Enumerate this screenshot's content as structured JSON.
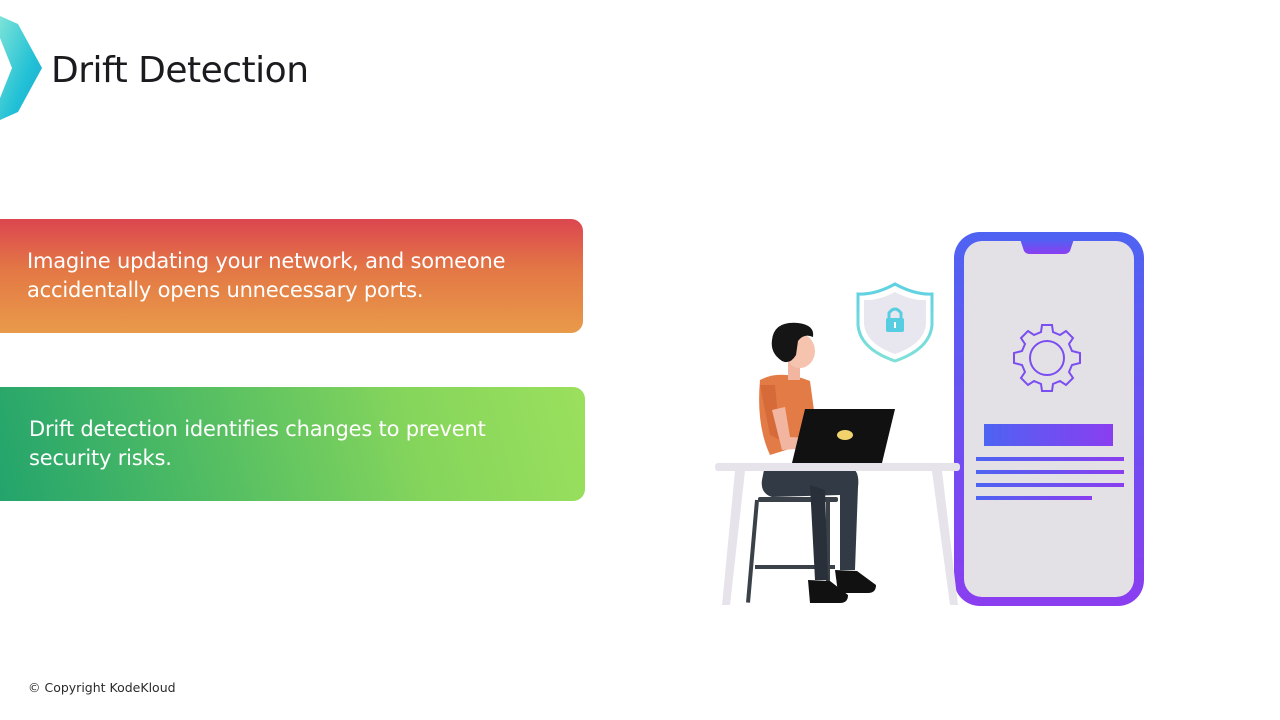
{
  "header": {
    "title": "Drift Detection",
    "logo_icon": "kodekloud-chevron-icon"
  },
  "cards": [
    {
      "text": "Imagine updating your network, and someone accidentally opens unnecessary ports.",
      "gradient": [
        "#dc4650",
        "#e99a4a"
      ]
    },
    {
      "text": "Drift detection identifies changes to prevent security risks.",
      "gradient": [
        "#23a46c",
        "#9be05d"
      ]
    }
  ],
  "illustration": {
    "icons": [
      "person-at-laptop-icon",
      "shield-lock-icon",
      "phone-settings-icon",
      "gear-icon"
    ],
    "accent": "#6a4cf0"
  },
  "footer": {
    "copyright": "© Copyright KodeKloud"
  }
}
